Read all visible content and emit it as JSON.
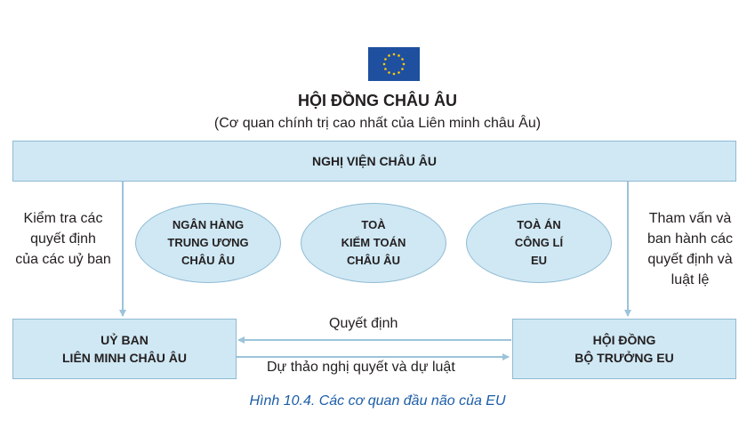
{
  "header": {
    "flag_icon": "eu-flag-icon",
    "title": "HỘI ĐỒNG CHÂU ÂU",
    "subtitle": "(Cơ quan chính trị cao nhất của Liên minh châu Âu)"
  },
  "boxes": {
    "parliament": "NGHỊ VIỆN CHÂU ÂU",
    "commission": "UỶ BAN\nLIÊN MINH CHÂU ÂU",
    "council": "HỘI ĐỒNG\nBỘ TRƯỞNG EU"
  },
  "ellipses": [
    "NGÂN HÀNG\nTRUNG ƯƠNG\nCHÂU ÂU",
    "TOÀ\nKIỂM TOÁN\nCHÂU ÂU",
    "TOÀ ÁN\nCÔNG LÍ\nEU"
  ],
  "notes": {
    "left": "Kiểm tra các\nquyết định\ncủa các uỷ ban",
    "right": "Tham vấn và\nban hành các\nquyết định và\nluật lệ"
  },
  "arrows": {
    "top_label": "Quyết định",
    "bottom_label": "Dự thảo nghị quyết và dự luật"
  },
  "caption": "Hình 10.4. Các cơ quan đầu não của EU",
  "colors": {
    "box_fill": "#cfe8f4",
    "box_border": "#8fbad3",
    "flag_blue": "#1f4f9f",
    "flag_star": "#ffcc00",
    "caption": "#1c5da8"
  }
}
